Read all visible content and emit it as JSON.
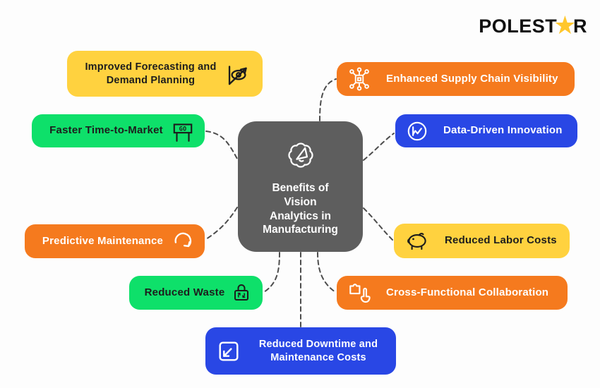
{
  "logo": {
    "part1": "POLEST",
    "star": "★",
    "part2": "R",
    "text_color": "#111111",
    "star_color": "#FFC72C"
  },
  "center": {
    "icon": "gear-megaphone-icon",
    "bg": "#5E5E5E",
    "text_color": "#FFFFFF",
    "title_lines": [
      "Benefits of",
      "Vision",
      "Analytics in",
      "Manufacturing"
    ]
  },
  "nodes": {
    "forecasting": {
      "label": "Improved Forecasting and Demand Planning",
      "icon": "eye-trend-icon",
      "bg": "#FFD23F",
      "text_color": "#1D1D1D"
    },
    "faster": {
      "label": "Faster Time-to-Market",
      "icon": "go-flag-icon",
      "icon_text": "GO",
      "bg": "#0EE06A",
      "text_color": "#1D1D1D"
    },
    "predictive": {
      "label": "Predictive Maintenance",
      "icon": "curved-arrow-icon",
      "bg": "#F57A1E",
      "text_color": "#FFFFFF"
    },
    "waste": {
      "label": "Reduced Waste",
      "icon": "lock-recycle-icon",
      "bg": "#0EE06A",
      "text_color": "#1D1D1D"
    },
    "supply": {
      "label": "Enhanced Supply Chain Visibility",
      "icon": "network-icon",
      "bg": "#F57A1E",
      "text_color": "#FFFFFF"
    },
    "data_driven": {
      "label": "Data-Driven Innovation",
      "icon": "line-chart-circle-icon",
      "bg": "#2947E5",
      "text_color": "#FFFFFF"
    },
    "labor": {
      "label": "Reduced Labor Costs",
      "icon": "piggy-bank-icon",
      "bg": "#FFD23F",
      "text_color": "#1D1D1D"
    },
    "collab": {
      "label": "Cross-Functional Collaboration",
      "icon": "puzzle-hand-icon",
      "bg": "#F57A1E",
      "text_color": "#FFFFFF"
    },
    "downtime": {
      "label": "Reduced Downtime and Maintenance Costs",
      "icon": "shrink-arrow-icon",
      "bg": "#2947E5",
      "text_color": "#FFFFFF"
    }
  },
  "connectors": {
    "style": "dashed",
    "color": "#4D4D4D"
  }
}
